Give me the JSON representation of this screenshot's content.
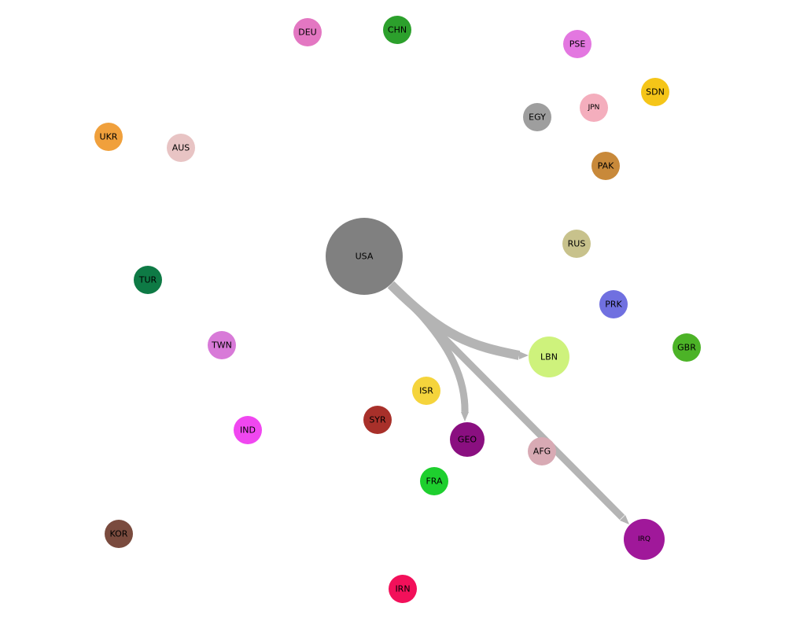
{
  "nodes": [
    {
      "id": "USA",
      "label": "USA",
      "color": "#808080"
    },
    {
      "id": "DEU",
      "label": "DEU",
      "color": "#e377c2"
    },
    {
      "id": "CHN",
      "label": "CHN",
      "color": "#2ca02c"
    },
    {
      "id": "PSE",
      "label": "PSE",
      "color": "#e377e0"
    },
    {
      "id": "SDN",
      "label": "SDN",
      "color": "#f5c518"
    },
    {
      "id": "JPN",
      "label": "JPN",
      "color": "#f4aebd"
    },
    {
      "id": "EGY",
      "label": "EGY",
      "color": "#9e9e9e"
    },
    {
      "id": "UKR",
      "label": "UKR",
      "color": "#f0a03c"
    },
    {
      "id": "AUS",
      "label": "AUS",
      "color": "#e8c4c4"
    },
    {
      "id": "PAK",
      "label": "PAK",
      "color": "#c8893a"
    },
    {
      "id": "RUS",
      "label": "RUS",
      "color": "#c8c28c"
    },
    {
      "id": "TUR",
      "label": "TUR",
      "color": "#0e7a45"
    },
    {
      "id": "PRK",
      "label": "PRK",
      "color": "#7070e0"
    },
    {
      "id": "TWN",
      "label": "TWN",
      "color": "#d87ad8"
    },
    {
      "id": "LBN",
      "label": "LBN",
      "color": "#cef27c"
    },
    {
      "id": "GBR",
      "label": "GBR",
      "color": "#4cb327"
    },
    {
      "id": "ISR",
      "label": "ISR",
      "color": "#f5d43c"
    },
    {
      "id": "SYR",
      "label": "SYR",
      "color": "#a8302a"
    },
    {
      "id": "IND",
      "label": "IND",
      "color": "#f047f0"
    },
    {
      "id": "GEO",
      "label": "GEO",
      "color": "#8a0f80"
    },
    {
      "id": "AFG",
      "label": "AFG",
      "color": "#d8aab4"
    },
    {
      "id": "FRA",
      "label": "FRA",
      "color": "#1ecf2e"
    },
    {
      "id": "KOR",
      "label": "KOR",
      "color": "#7a4b3e"
    },
    {
      "id": "IRQ",
      "label": "IRQ",
      "color": "#a0189a"
    },
    {
      "id": "IRN",
      "label": "IRN",
      "color": "#f2105a"
    }
  ],
  "edges": [
    {
      "source": "USA",
      "target": "LBN",
      "color": "#b4b4b4"
    },
    {
      "source": "USA",
      "target": "GEO",
      "color": "#b4b4b4"
    },
    {
      "source": "USA",
      "target": "IRQ",
      "color": "#b4b4b4"
    }
  ]
}
